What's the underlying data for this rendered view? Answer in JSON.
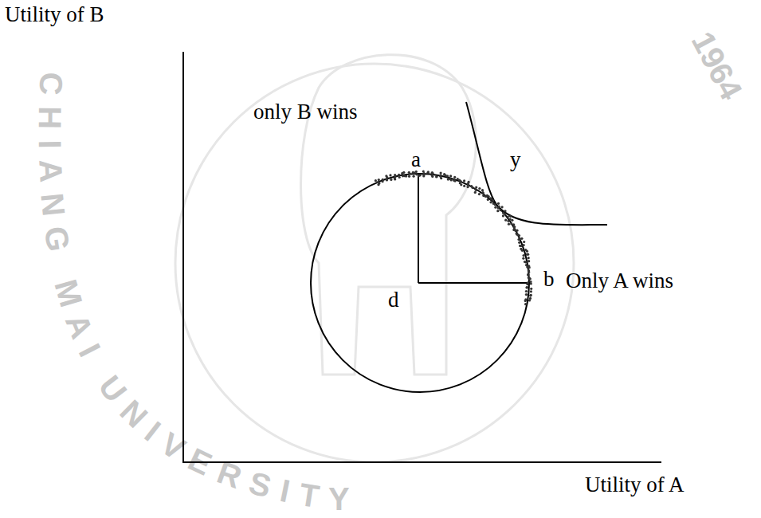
{
  "diagram": {
    "labels": [
      "Utility of B",
      "only B wins",
      "a",
      "y",
      "b",
      "Only A wins",
      "d",
      "Utility of A",
      "CHIANG MAI UNIVERSITY",
      "1964"
    ]
  }
}
